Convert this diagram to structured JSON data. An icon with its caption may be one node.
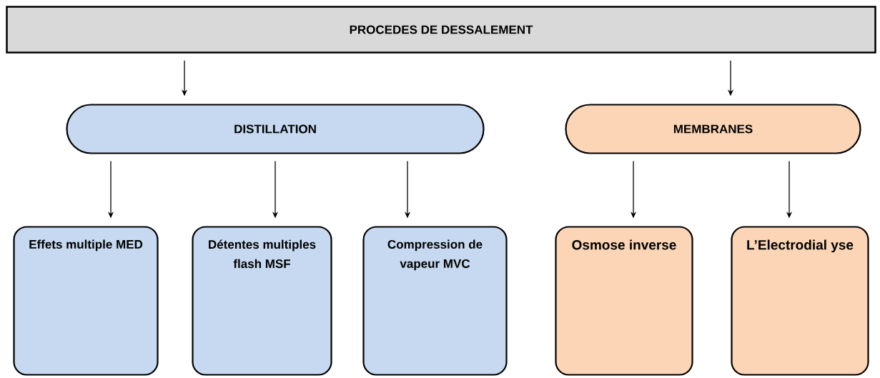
{
  "diagram": {
    "nodes": [
      {
        "text": [
          "PROCEDES DE DESSALEMENT"
        ]
      },
      {
        "text": [
          "DISTILLATION"
        ]
      },
      {
        "text": [
          "MEMBRANES"
        ]
      },
      {
        "text": [
          "Effets multiple MED"
        ]
      },
      {
        "text": [
          "Détentes multiples flash MSF"
        ]
      },
      {
        "text": [
          "Compression de vapeur MVC"
        ]
      },
      {
        "text": [
          "Osmose inverse"
        ]
      },
      {
        "text": [
          "L’Electrodial yse"
        ]
      }
    ],
    "edges": [
      {
        "from": 0,
        "to": 1,
        "arrow": "to"
      },
      {
        "from": 0,
        "to": 2,
        "arrow": "to"
      },
      {
        "from": 1,
        "to": 3,
        "arrow": "to"
      },
      {
        "from": 1,
        "to": 4,
        "arrow": "to"
      },
      {
        "from": 1,
        "to": 5,
        "arrow": "to"
      },
      {
        "from": 2,
        "to": 6,
        "arrow": "to"
      },
      {
        "from": 2,
        "to": 7,
        "arrow": "to"
      }
    ]
  }
}
